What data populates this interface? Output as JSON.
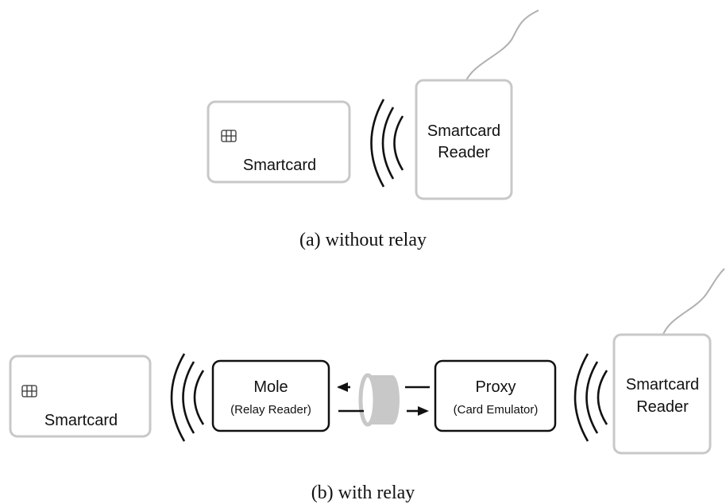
{
  "panel_a": {
    "smartcard_label": "Smartcard",
    "reader_line1": "Smartcard",
    "reader_line2": "Reader",
    "caption": "(a) without relay"
  },
  "panel_b": {
    "smartcard_label": "Smartcard",
    "mole_title": "Mole",
    "mole_subtitle": "(Relay Reader)",
    "proxy_title": "Proxy",
    "proxy_subtitle": "(Card Emulator)",
    "reader_line1": "Smartcard",
    "reader_line2": "Reader",
    "caption": "(b) with relay"
  },
  "colors": {
    "card_outline": "#c8c8c8",
    "relay_box_outline": "#111111",
    "channel_fill": "#c8c8c8"
  },
  "icons": [
    "chip-icon",
    "rf-waves-icon",
    "arrow-left-icon",
    "arrow-right-icon",
    "relay-channel-icon"
  ]
}
